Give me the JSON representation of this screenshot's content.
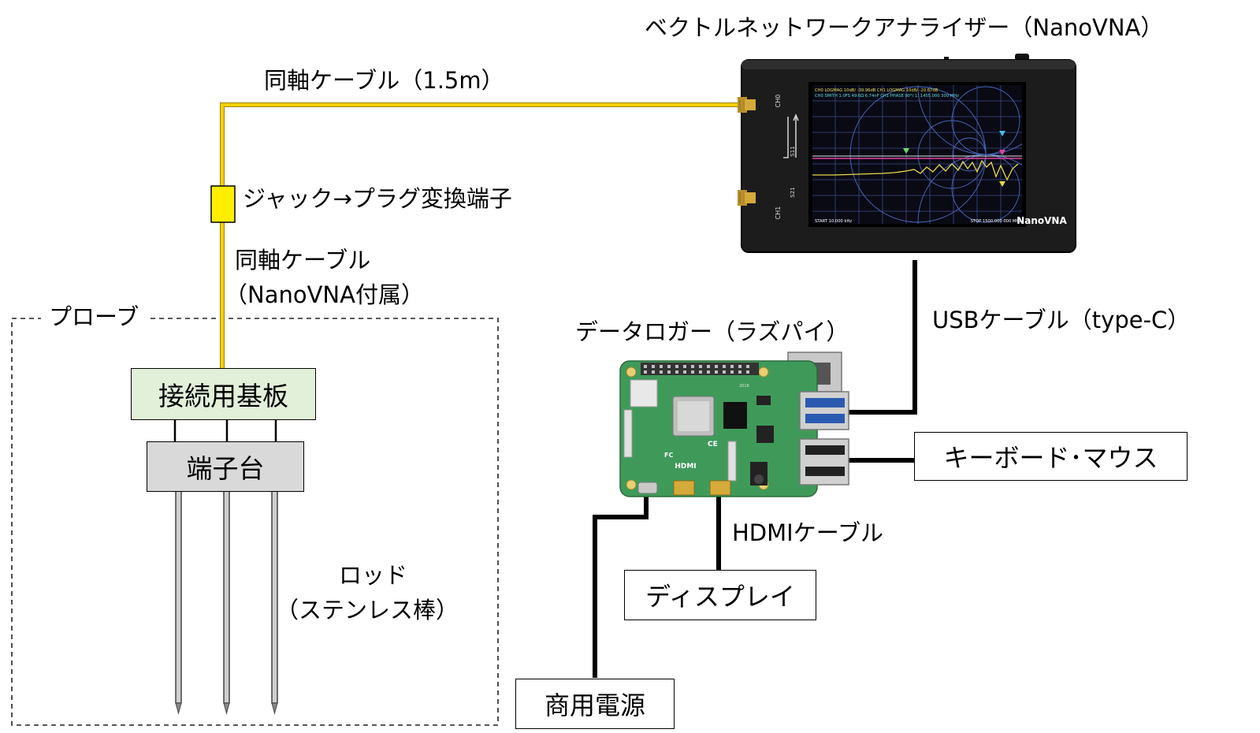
{
  "labels": {
    "vna_title": "ベクトルネットワークアナライザー（NanoVNA）",
    "coax_long": "同軸ケーブル（1.5m）",
    "adapter": "ジャック→プラグ変換端子",
    "coax_short_line1": "同軸ケーブル",
    "coax_short_line2": "（NanoVNA付属）",
    "probe": "プローブ",
    "board": "接続用基板",
    "terminal_block": "端子台",
    "rod_line1": "ロッド",
    "rod_line2": "（ステンレス棒）",
    "logger": "データロガー（ラズパイ）",
    "usb_cable": "USBケーブル（type-C）",
    "keyboard_mouse": "キーボード･マウス",
    "hdmi_cable": "HDMIケーブル",
    "display": "ディスプレイ",
    "power": "商用電源"
  },
  "vna_device": {
    "brand": "NanoVNA",
    "port_ch0": "CH0",
    "port_ch1": "CH1",
    "s11": "S11",
    "s21": "S21",
    "screen_header_1": "CH0 LOGMAG 10dB/ -39.96dB   CH1 LOGMAG 10dB/ -20.67dB",
    "screen_header_2": "CH0 SMITH 1.0FS  49.6Ω 6.74nF  CH1 PHASE 90°/  1: 1455.000 300 MHz",
    "screen_start": "START 10.000 kHz",
    "screen_stop": "STOP 1500.000 000 MHz"
  },
  "rpi_board": {
    "silk_hdmi": "HDMI",
    "silk_fc": "FC",
    "silk_ce": "CE",
    "year": "2018"
  },
  "colors": {
    "coax": "#f5d000",
    "adapter_fill": "#ffee00",
    "board_fill": "#e2efd9",
    "terminal_fill": "#d9d9d9",
    "vna_body": "#1c1c1c",
    "pcb_green": "#3f9a5a"
  }
}
